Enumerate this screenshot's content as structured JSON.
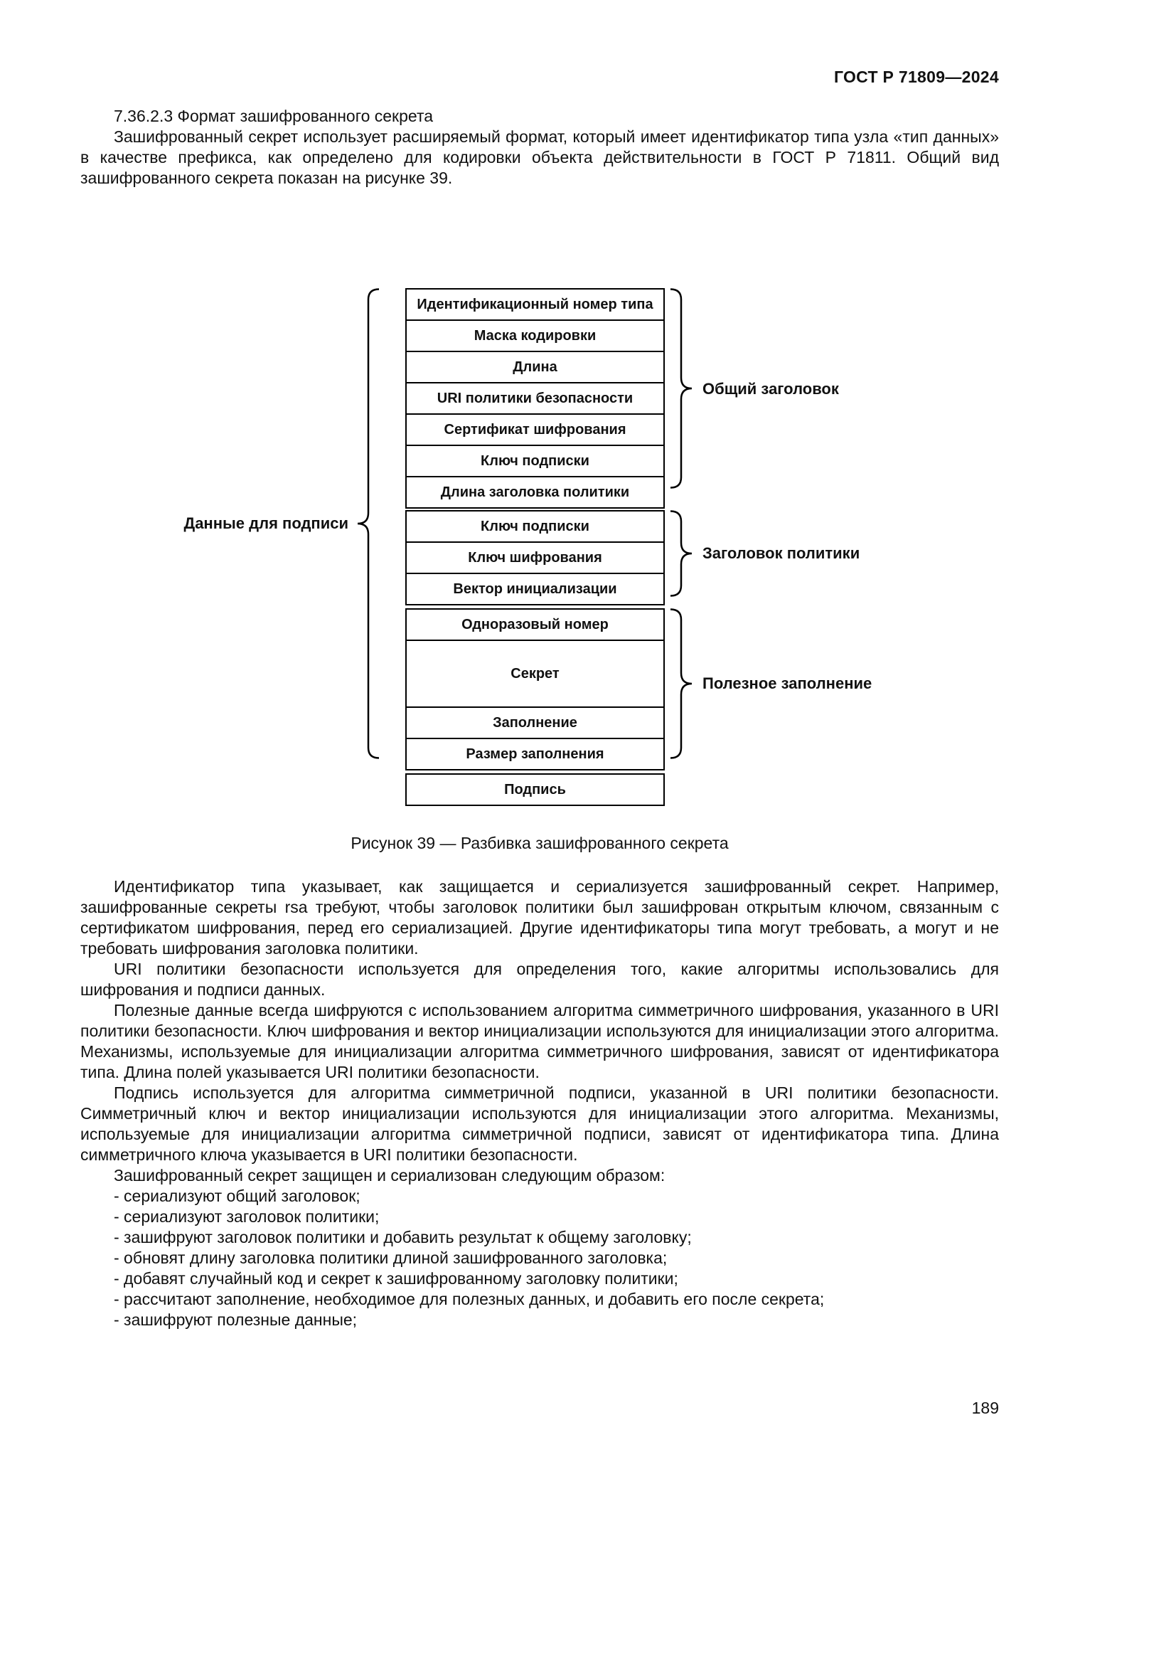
{
  "header": {
    "doc_code": "ГОСТ Р 71809—2024"
  },
  "section": {
    "heading": "7.36.2.3 Формат зашифрованного секрета",
    "intro": "Зашифрованный секрет использует расширяемый формат, который имеет идентификатор типа узла «тип данных» в качестве префикса, как определено для кодировки объекта действительности в ГОСТ Р 71811. Общий вид зашифрованного секрета показан на рисунке 39."
  },
  "figure": {
    "caption": "Рисунок 39 — Разбивка зашифрованного секрета",
    "left_label": "Данные для подписи",
    "signature_box": "Подпись",
    "groups": [
      {
        "label": "Общий заголовок",
        "boxes": [
          "Идентификационный номер типа",
          "Маска кодировки",
          "Длина",
          "URI политики безопасности",
          "Сертификат шифрования",
          "Ключ подписки",
          "Длина заголовка политики"
        ]
      },
      {
        "label": "Заголовок политики",
        "boxes": [
          "Ключ подписки",
          "Ключ шифрования",
          "Вектор инициализации"
        ]
      },
      {
        "label": "Полезное заполнение",
        "boxes": [
          "Одноразовый номер",
          "Секрет",
          "Заполнение",
          "Размер заполнения"
        ]
      }
    ]
  },
  "body": {
    "p1": "Идентификатор типа указывает, как защищается и сериализуется зашифрованный секрет. Например, зашифрованные секреты rsa требуют, чтобы заголовок политики был зашифрован открытым ключом, связанным с сертификатом шифрования, перед его сериализацией. Другие идентификаторы типа могут требовать, а могут и не требовать шифрования заголовка политики.",
    "p2": "URI политики безопасности используется для определения того, какие алгоритмы использовались для шифрования и подписи данных.",
    "p3": "Полезные данные всегда шифруются с использованием алгоритма симметричного шифрования, указанного в URI политики безопасности. Ключ шифрования и вектор инициализации используются для инициализации этого алгоритма. Механизмы, используемые для инициализации алгоритма симметричного шифрования, зависят от идентификатора типа. Длина полей указывается URI политики безопасности.",
    "p4": "Подпись используется для алгоритма симметричной подписи, указанной в URI политики безопасности. Симметричный ключ и вектор инициализации используются для инициализации этого алгоритма. Механизмы, используемые для инициализации алгоритма симметричной подписи, зависят от идентификатора типа. Длина симметричного ключа указывается в URI политики безопасности.",
    "p5": "Зашифрованный секрет защищен и сериализован следующим образом:",
    "bullets": [
      "- сериализуют общий заголовок;",
      "- сериализуют заголовок политики;",
      "- зашифруют заголовок политики и добавить результат к общему заголовку;",
      "- обновят длину заголовка политики длиной зашифрованного заголовка;",
      "- добавят случайный код и секрет к зашифрованному заголовку политики;",
      "- рассчитают заполнение, необходимое для полезных данных, и добавить его после секрета;",
      "- зашифруют полезные данные;"
    ]
  },
  "page_number": "189"
}
